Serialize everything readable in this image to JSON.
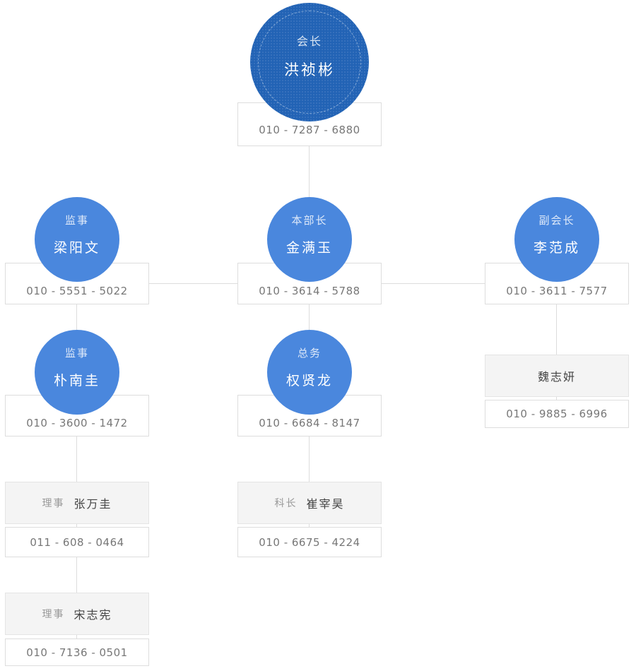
{
  "nodes": [
    {
      "role": "会长",
      "name": "洪祯彬",
      "phone": "010 - 7287 - 6880"
    },
    {
      "role": "监事",
      "name": "梁阳文",
      "phone": "010 - 5551 - 5022"
    },
    {
      "role": "本部长",
      "name": "金满玉",
      "phone": "010 - 3614 - 5788"
    },
    {
      "role": "副会长",
      "name": "李范成",
      "phone": "010 - 3611 - 7577"
    },
    {
      "role": "监事",
      "name": "朴南圭",
      "phone": "010 - 3600 - 1472"
    },
    {
      "role": "总务",
      "name": "权贤龙",
      "phone": "010 - 6684 - 8147"
    },
    {
      "role": "",
      "name": "魏志妍",
      "phone": "010 - 9885 - 6996"
    },
    {
      "role": "理事",
      "name": "张万圭",
      "phone": "011 - 608 - 0464"
    },
    {
      "role": "科长",
      "name": "崔宰昊",
      "phone": "010 - 6675 - 4224"
    },
    {
      "role": "理事",
      "name": "宋志宪",
      "phone": "010 - 7136 - 0501"
    }
  ],
  "colors": {
    "chairman_circle": "#2263b5",
    "member_circle": "#4a87dd",
    "box_border": "#dddddd",
    "gray_box_bg": "#f4f4f4",
    "phone_text": "#777777",
    "connector": "#dcdcdc"
  }
}
